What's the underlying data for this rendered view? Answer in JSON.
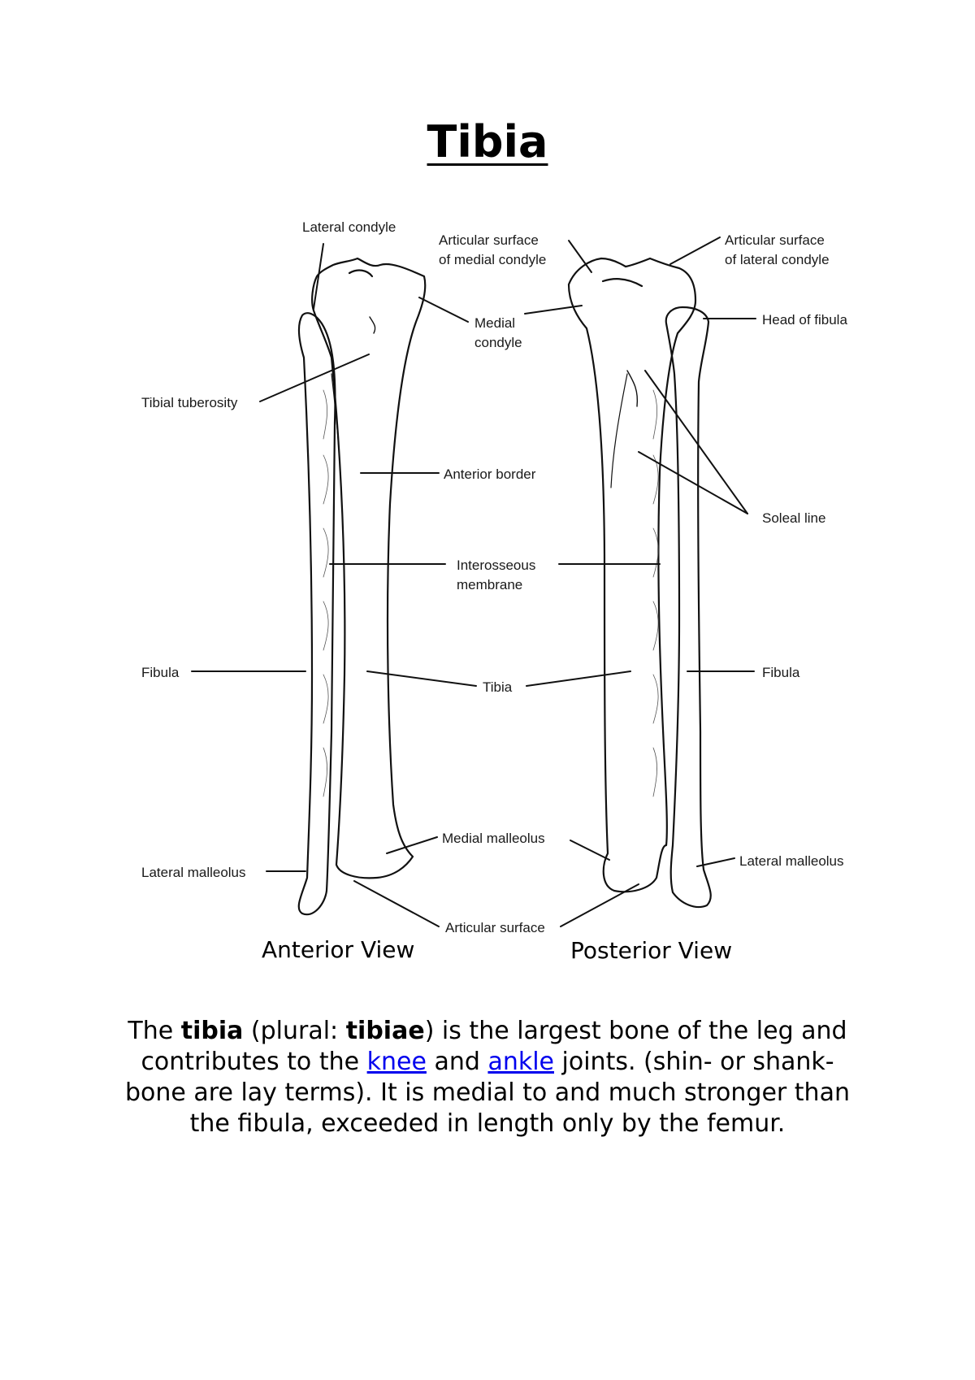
{
  "title": "Tibia",
  "labels": {
    "lateral_condyle": "Lateral condyle",
    "articular_medial": "Articular surface\nof medial condyle",
    "articular_lateral": "Articular surface\nof lateral condyle",
    "medial_condyle": "Medial\ncondyle",
    "head_of_fibula": "Head of fibula",
    "tibial_tuberosity": "Tibial tuberosity",
    "anterior_border": "Anterior border",
    "soleal_line": "Soleal line",
    "interosseous": "Interosseous\nmembrane",
    "fibula_left": "Fibula",
    "fibula_right": "Fibula",
    "tibia": "Tibia",
    "medial_malleolus": "Medial malleolus",
    "lateral_malleolus_left": "Lateral malleolus",
    "lateral_malleolus_right": "Lateral malleolus",
    "articular_surface": "Articular surface"
  },
  "views": {
    "anterior": "Anterior View",
    "posterior": "Posterior View"
  },
  "paragraph": {
    "t1": "The ",
    "b1": "tibia",
    "t2": " (plural: ",
    "b2": "tibiae",
    "t3": ") is the largest bone of the leg and contributes to the ",
    "link1": "knee",
    "t4": " and ",
    "link2": "ankle",
    "t5": " joints. (shin- or shank-bone are lay terms). It is medial to and much stronger than the fibula, exceeded in length only by the femur."
  }
}
